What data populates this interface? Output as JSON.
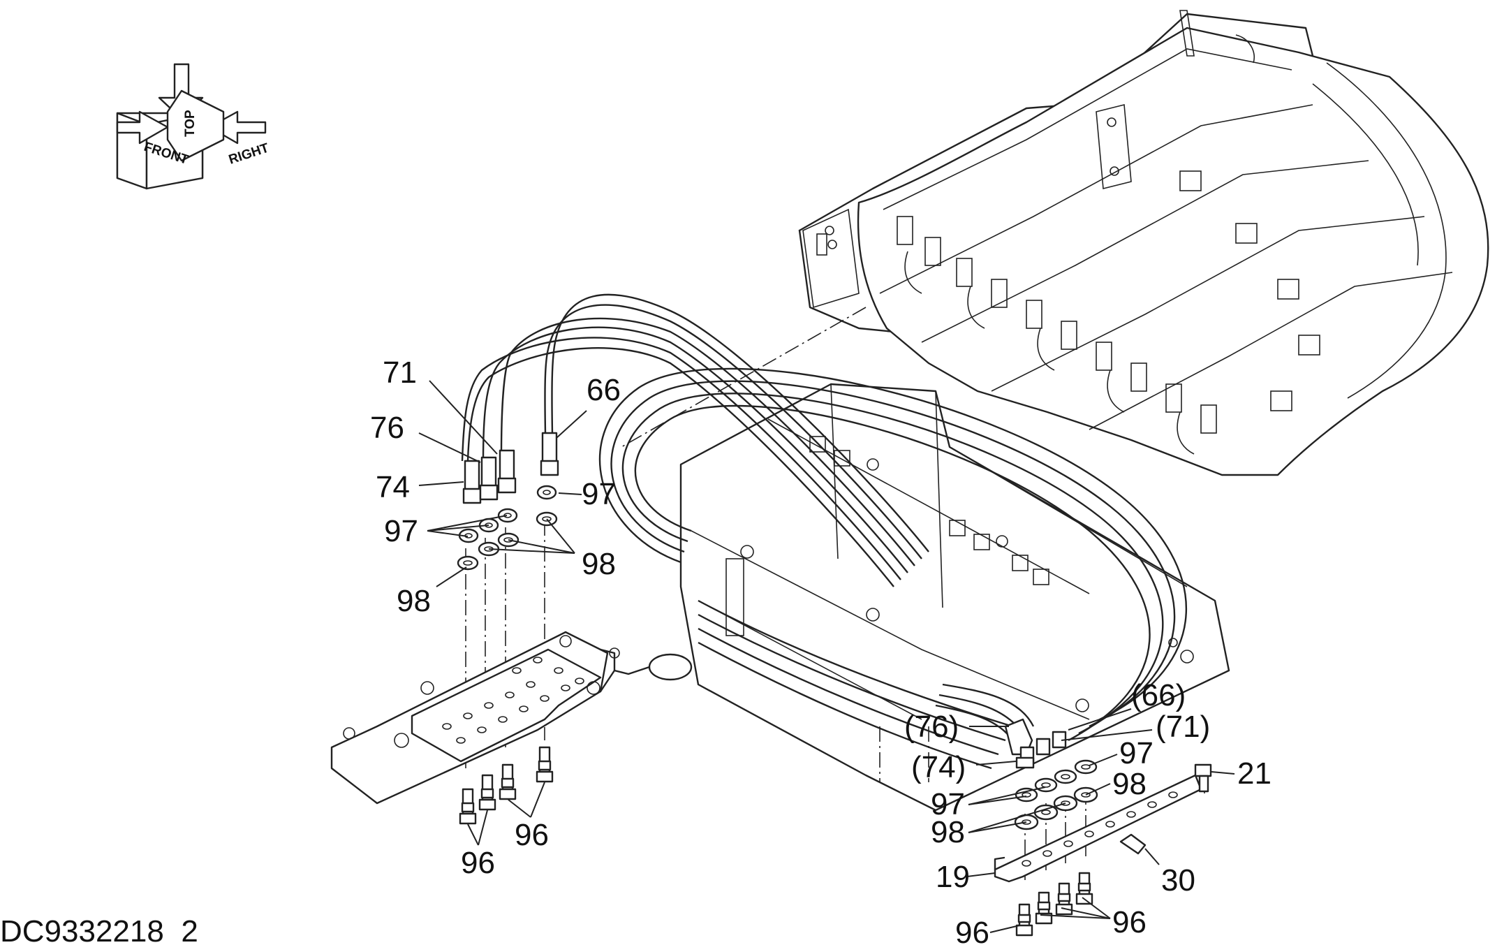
{
  "drawing": {
    "id_label": "DC9332218_2"
  },
  "orientation": {
    "front": "FRONT",
    "top": "TOP",
    "right": "RIGHT"
  },
  "callouts": {
    "c71": "71",
    "c76": "76",
    "c74": "74",
    "c66": "66",
    "c97_top": "97",
    "c97_left": "97",
    "c98_right": "98",
    "c98_left": "98",
    "c96_a": "96",
    "c96_b": "96",
    "c66_ref": "(66)",
    "c76_ref": "(76)",
    "c71_ref": "(71)",
    "c74_ref": "(74)",
    "c97_r1": "97",
    "c97_r2": "97",
    "c98_r1": "98",
    "c98_r2": "98",
    "c21": "21",
    "c19": "19",
    "c30": "30",
    "c96_c": "96",
    "c96_d": "96"
  }
}
